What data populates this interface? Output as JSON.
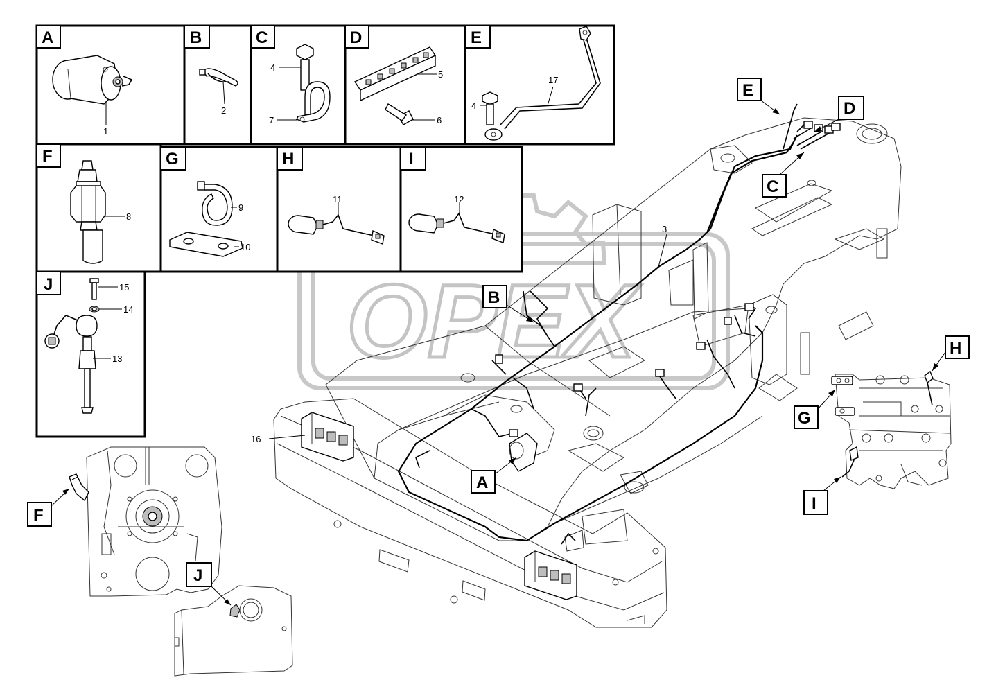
{
  "watermark": "OPEX",
  "detail_cells": [
    {
      "letter": "A",
      "parts": [
        "1"
      ]
    },
    {
      "letter": "B",
      "parts": [
        "2"
      ]
    },
    {
      "letter": "C",
      "parts": [
        "4",
        "7"
      ]
    },
    {
      "letter": "D",
      "parts": [
        "5",
        "6"
      ]
    },
    {
      "letter": "E",
      "parts": [
        "4",
        "17"
      ]
    },
    {
      "letter": "F",
      "parts": [
        "8"
      ]
    },
    {
      "letter": "G",
      "parts": [
        "9",
        "10"
      ]
    },
    {
      "letter": "H",
      "parts": [
        "11"
      ]
    },
    {
      "letter": "I",
      "parts": [
        "12"
      ]
    },
    {
      "letter": "J",
      "parts": [
        "15",
        "14",
        "13"
      ]
    }
  ],
  "main_view": {
    "part_labels": [
      "3",
      "16"
    ],
    "callouts": [
      "E",
      "D",
      "C",
      "B",
      "A",
      "H",
      "G",
      "I",
      "F",
      "J"
    ]
  }
}
